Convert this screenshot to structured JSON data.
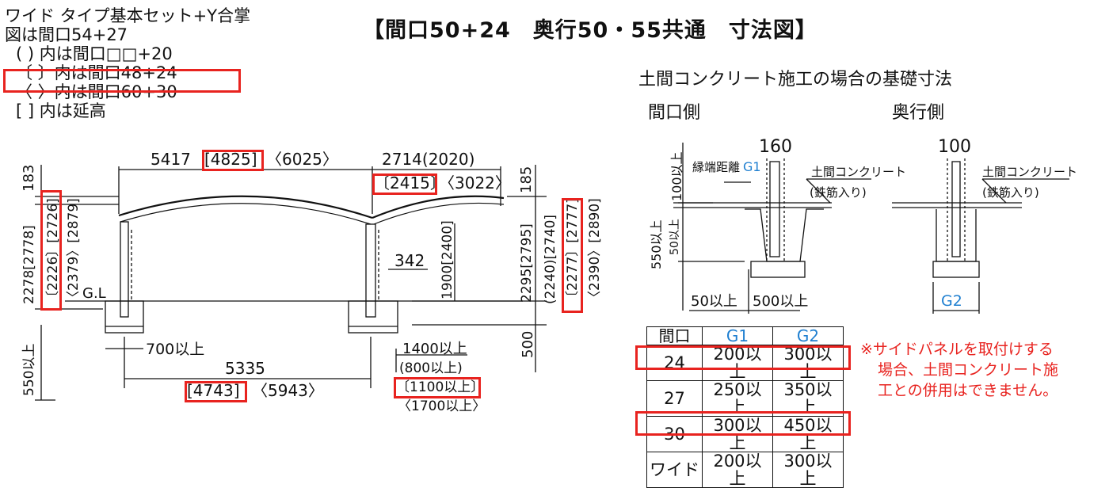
{
  "legend": {
    "line1": "ワイド タイプ基本セット+Y合掌",
    "line2": "図は間口54+27",
    "line3": "( ) 内は間口□□+20",
    "line4": "〔 〕内は間口48+24",
    "line5": "〈 〉内は間口60+30",
    "line6": "[ ] 内は延高"
  },
  "title": "【間口50+24　奥行50・55共通　寸法図】",
  "side_view": {
    "top_left_dim": "5417",
    "top_left_dim_box": "[4825]",
    "top_left_dim_angle": "〈6025〉",
    "top_right_dim": "2714(2020)",
    "top_right_dim_box": "〔2415〕",
    "top_right_dim_angle": "〈3022〉",
    "left_183": "183",
    "left_2278": "2278[2778]",
    "left_2226": "〔2226〕[2726]",
    "left_2379": "〈2379〉[2879]",
    "gl": "G.L",
    "left_550": "550以上",
    "post_342": "342",
    "post_1900": "1900[2400]",
    "right_185": "185",
    "right_2295": "2295[2795]",
    "right_2240": "(2240)[2740]",
    "right_2277": "〔2277〕[2777]",
    "right_2390": "〈2390〉[2890]",
    "right_500": "500",
    "bottom_700": "700以上",
    "bottom_5335": "5335",
    "bottom_4743": "[4743]",
    "bottom_5943": "〈5943〉",
    "bottom_1400": "1400以上",
    "bottom_800": "(800以上)",
    "bottom_1100": "〔1100以上〕",
    "bottom_1700": "〈1700以上〉"
  },
  "foundation": {
    "heading": "土間コンクリート施工の場合の基礎寸法",
    "front_label": "間口側",
    "depth_label": "奥行側",
    "front_160": "160",
    "depth_100": "100",
    "edge_distance": "縁端距離",
    "g1": "G1",
    "g2": "G2",
    "concrete": "土間コンクリート",
    "rebar": "(鉄筋入り)",
    "v100": "100以上",
    "v550": "550以上",
    "v50": "50以上",
    "h50": "50以上",
    "h500": "500以上"
  },
  "table": {
    "header": [
      "間口",
      "G1",
      "G2"
    ],
    "rows": [
      [
        "24",
        "200以上",
        "300以上"
      ],
      [
        "27",
        "250以上",
        "350以上"
      ],
      [
        "30",
        "300以上",
        "450以上"
      ],
      [
        "ワイド",
        "200以上",
        "300以上"
      ]
    ]
  },
  "note": {
    "line1": "※サイドパネルを取付けする",
    "line2": "場合、土間コンクリート施",
    "line3": "工との併用はできません。"
  },
  "colors": {
    "highlight": "#e8231f",
    "g_label": "#1f7fd0",
    "line": "#111111"
  }
}
